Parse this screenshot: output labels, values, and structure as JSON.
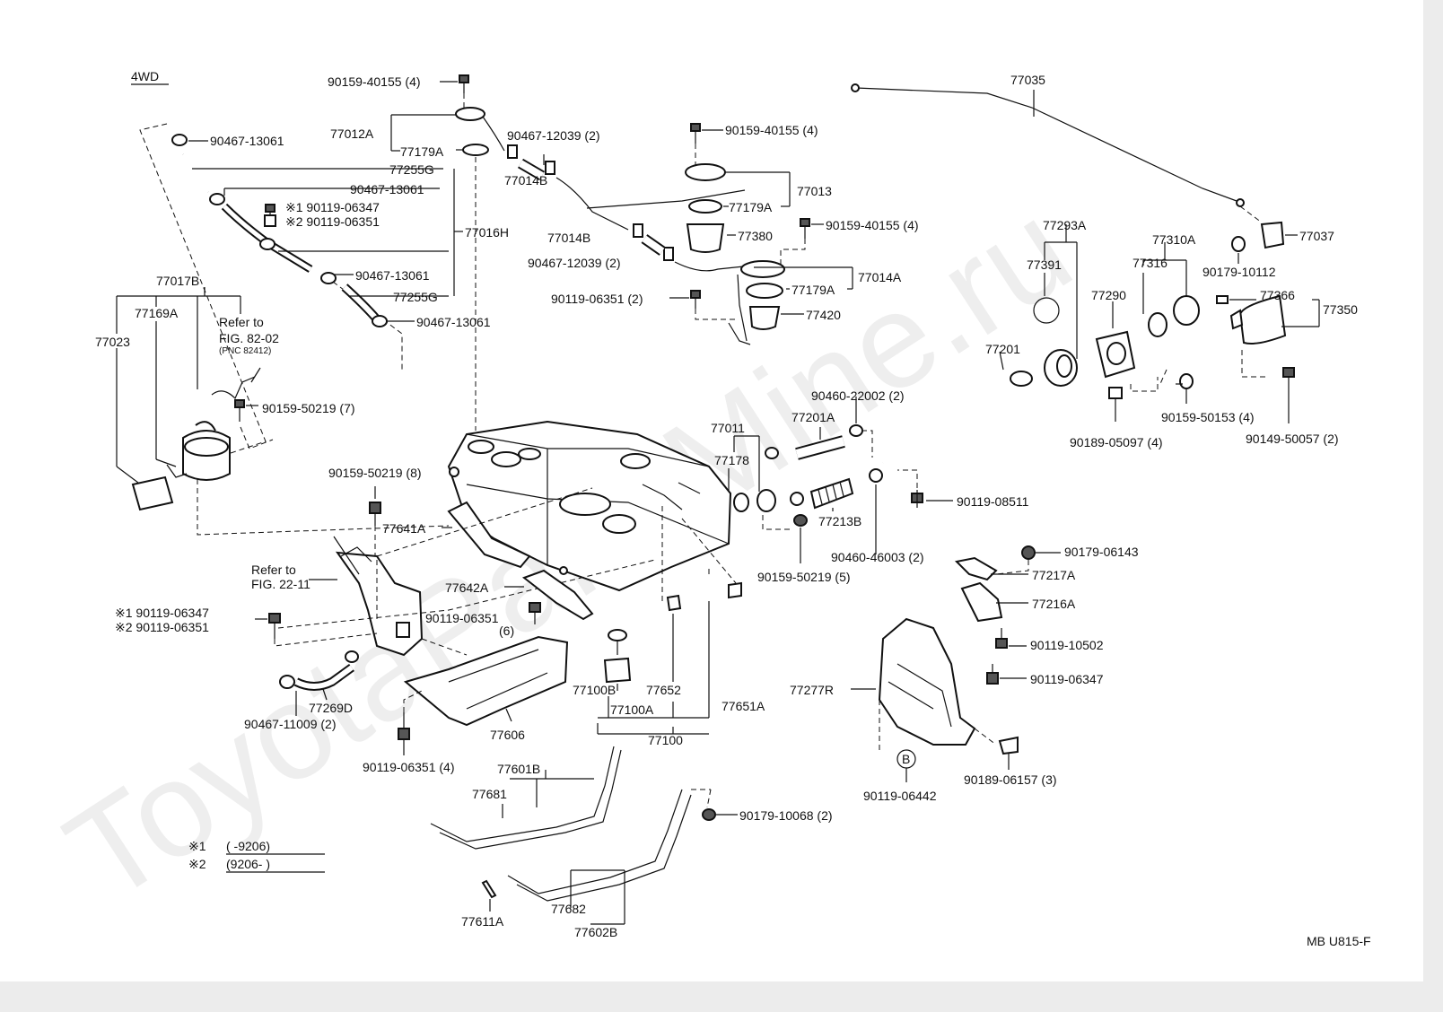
{
  "header": {
    "variant": "4WD"
  },
  "footer": {
    "code": "MB U815-F"
  },
  "watermark": "ToyotaPartsMine.ru",
  "notes": {
    "n1_mark": "※1",
    "n1_range": "(        -9206)",
    "n2_mark": "※2",
    "n2_range": "(9206-        )"
  },
  "references": {
    "r1_a": "Refer to",
    "r1_b": "FIG. 82-02",
    "r1_c": "(PNC 82412)",
    "r2_a": "Refer to",
    "r2_b": "FIG. 22-11"
  },
  "circle_marker": "B",
  "labels": {
    "p01": "90159-40155 (4)",
    "p02": "77012A",
    "p03": "90467-12039 (2)",
    "p04": "77179A",
    "p05": "90467-13061",
    "p06": "77255G",
    "p07": "90467-13061",
    "p08": "※1 90119-06347",
    "p09": "※2 90119-06351",
    "p10": "77016H",
    "p11": "90467-13061",
    "p12": "77255G",
    "p13": "90467-13061",
    "p14": "77014B",
    "p15": "90159-40155 (4)",
    "p16": "77179A",
    "p17": "77013",
    "p18": "77014B",
    "p19": "77380",
    "p20": "90159-40155 (4)",
    "p21": "90467-12039 (2)",
    "p22": "77179A",
    "p23": "77014A",
    "p24": "90119-06351 (2)",
    "p25": "77420",
    "p26": "77035",
    "p27": "77037",
    "p28": "90179-10112",
    "p29": "77293A",
    "p30": "77310A",
    "p31": "77391",
    "p32": "77316",
    "p33": "77290",
    "p34": "77366",
    "p35": "77350",
    "p36": "77201",
    "p37": "90460-22002 (2)",
    "p38": "77201A",
    "p39": "77011",
    "p40": "77178",
    "p41": "90159-50153 (4)",
    "p42": "90189-05097 (4)",
    "p43": "90149-50057 (2)",
    "p44": "77017B",
    "p45": "77169A",
    "p46": "77023",
    "p47": "90159-50219 (7)",
    "p48": "90159-50219 (8)",
    "p49": "77641A",
    "p50": "90119-08511",
    "p51": "77213B",
    "p52": "90460-46003 (2)",
    "p53": "90159-50219 (5)",
    "p54": "77642A",
    "p55": "90179-06143",
    "p56": "77217A",
    "p57": "77216A",
    "p58": "※1  90119-06347",
    "p59": "※2  90119-06351",
    "p60": "90119-06351",
    "p61": "(6)",
    "p62": "90119-10502",
    "p63": "90119-06347",
    "p64": "77100B",
    "p65": "77652",
    "p66": "77100A",
    "p67": "77651A",
    "p68": "77100",
    "p69": "77269D",
    "p70": "90467-11009 (2)",
    "p71": "77606",
    "p72": "77277R",
    "p73": "90119-06351 (4)",
    "p74": "77601B",
    "p75": "77681",
    "p76": "90189-06157 (3)",
    "p77": "90119-06442",
    "p78": "90179-10068 (2)",
    "p79": "77611A",
    "p80": "77682",
    "p81": "77602B"
  }
}
